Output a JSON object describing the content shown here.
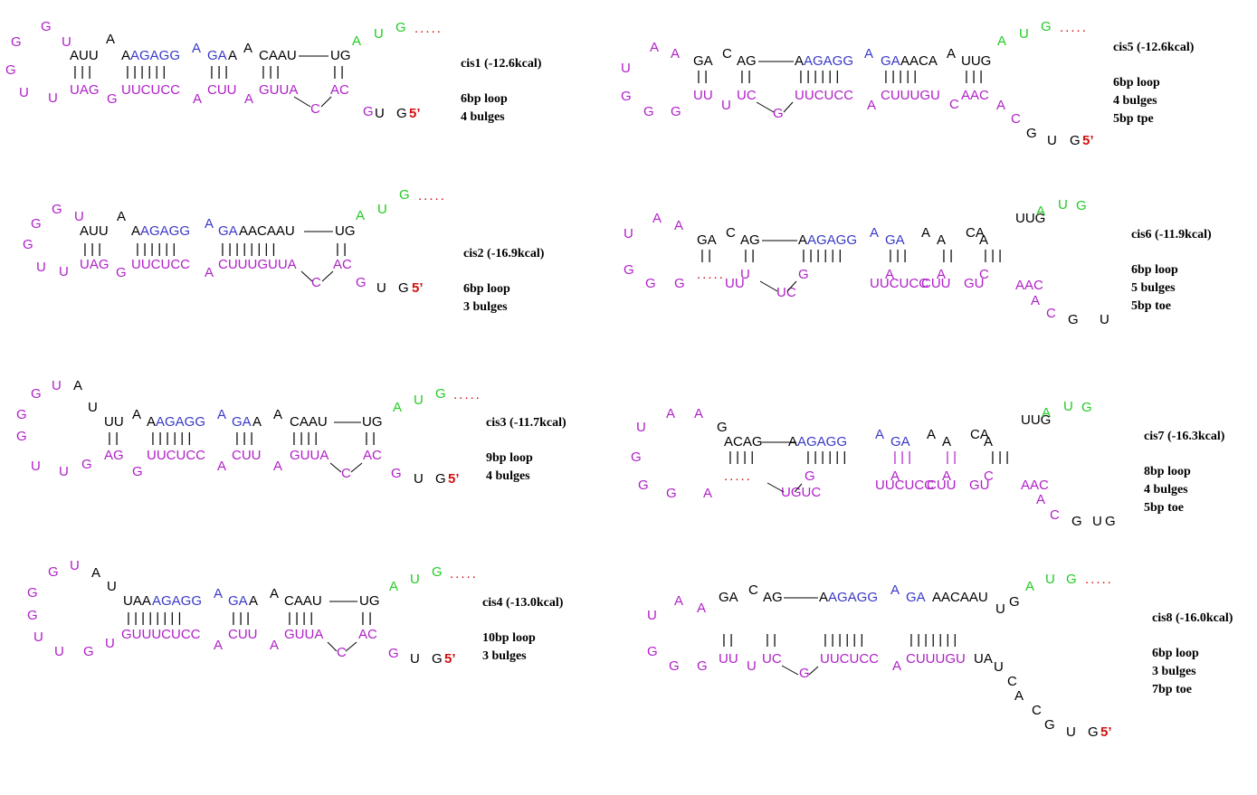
{
  "colors": {
    "black": "#000000",
    "magenta": "#b020c8",
    "blue": "#3838c8",
    "green": "#22cc22",
    "red": "#d01010"
  },
  "structures": [
    {
      "id": "cis1",
      "title": "cis1 (-12.6kcal)",
      "notes": [
        "6bp loop",
        "4 bulges"
      ],
      "tokens": [
        [
          "G",
          "m"
        ],
        [
          "G",
          "m"
        ],
        [
          "U",
          "m"
        ],
        [
          "G",
          "m"
        ],
        [
          "U",
          "m"
        ],
        [
          "U",
          "m"
        ],
        [
          "AUU",
          "k"
        ],
        [
          "A",
          "k"
        ],
        [
          "A",
          "k"
        ],
        [
          "AGAGG",
          "b"
        ],
        [
          "A",
          "b"
        ],
        [
          "GA",
          "b"
        ],
        [
          "A",
          "k"
        ],
        [
          "A",
          "k"
        ],
        [
          "CAAU",
          "k"
        ],
        [
          "UG",
          "k"
        ],
        [
          "A",
          "g"
        ],
        [
          "U",
          "g"
        ],
        [
          "G",
          "g"
        ],
        [
          ".....",
          "r"
        ],
        [
          "UAG",
          "m"
        ],
        [
          "G",
          "m"
        ],
        [
          "UUCUCC",
          "m"
        ],
        [
          "A",
          "m"
        ],
        [
          "CUU",
          "m"
        ],
        [
          "A",
          "m"
        ],
        [
          "GUUA",
          "m"
        ],
        [
          "C",
          "m"
        ],
        [
          "AC",
          "m"
        ],
        [
          "G",
          "m"
        ],
        [
          "U",
          "k"
        ],
        [
          "G",
          "k"
        ],
        [
          "5’",
          "r"
        ]
      ],
      "bars": [
        "| | |",
        "| | | | | |",
        "| | |",
        "| | |",
        "| |"
      ]
    },
    {
      "id": "cis2",
      "title": "cis2 (-16.9kcal)",
      "notes": [
        "6bp loop",
        "3 bulges"
      ],
      "tokens": [
        [
          "G",
          "m"
        ],
        [
          "G",
          "m"
        ],
        [
          "U",
          "m"
        ],
        [
          "G",
          "m"
        ],
        [
          "U",
          "m"
        ],
        [
          "U",
          "m"
        ],
        [
          "AUU",
          "k"
        ],
        [
          "A",
          "k"
        ],
        [
          "A",
          "k"
        ],
        [
          "AGAGG",
          "b"
        ],
        [
          "A",
          "b"
        ],
        [
          "GA",
          "b"
        ],
        [
          "AACAAU",
          "k"
        ],
        [
          "UG",
          "k"
        ],
        [
          "A",
          "g"
        ],
        [
          "U",
          "g"
        ],
        [
          "G",
          "g"
        ],
        [
          ".....",
          "r"
        ],
        [
          "UAG",
          "m"
        ],
        [
          "G",
          "m"
        ],
        [
          "UUCUCC",
          "m"
        ],
        [
          "A",
          "m"
        ],
        [
          "CUUUGUUA",
          "m"
        ],
        [
          "C",
          "m"
        ],
        [
          "AC",
          "m"
        ],
        [
          "G",
          "m"
        ],
        [
          "U",
          "k"
        ],
        [
          "G",
          "k"
        ],
        [
          "5’",
          "r"
        ]
      ],
      "bars": [
        "| | |",
        "| | | | | |",
        "| | | | | | | |",
        "| |"
      ]
    },
    {
      "id": "cis3",
      "title": "cis3 (-11.7kcal)",
      "notes": [
        "9bp loop",
        "4 bulges"
      ],
      "tokens": [
        [
          "G",
          "m"
        ],
        [
          "U",
          "m"
        ],
        [
          "A",
          "k"
        ],
        [
          "U",
          "k"
        ],
        [
          "G",
          "m"
        ],
        [
          "G",
          "m"
        ],
        [
          "U",
          "m"
        ],
        [
          "U",
          "m"
        ],
        [
          "G",
          "m"
        ],
        [
          "UU",
          "k"
        ],
        [
          "A",
          "k"
        ],
        [
          "A",
          "k"
        ],
        [
          "AGAGG",
          "b"
        ],
        [
          "A",
          "b"
        ],
        [
          "GA",
          "b"
        ],
        [
          "A",
          "k"
        ],
        [
          "A",
          "k"
        ],
        [
          "CAAU",
          "k"
        ],
        [
          "UG",
          "k"
        ],
        [
          "A",
          "g"
        ],
        [
          "U",
          "g"
        ],
        [
          "G",
          "g"
        ],
        [
          ".....",
          "r"
        ],
        [
          "AG",
          "m"
        ],
        [
          "G",
          "m"
        ],
        [
          "UUCUCC",
          "m"
        ],
        [
          "A",
          "m"
        ],
        [
          "CUU",
          "m"
        ],
        [
          "A",
          "m"
        ],
        [
          "GUUA",
          "m"
        ],
        [
          "C",
          "m"
        ],
        [
          "AC",
          "m"
        ],
        [
          "G",
          "m"
        ],
        [
          "U",
          "k"
        ],
        [
          "G",
          "k"
        ],
        [
          "5’",
          "r"
        ]
      ],
      "bars": [
        "| |",
        "| | | | | |",
        "| | |",
        "| | | |",
        "| |"
      ]
    },
    {
      "id": "cis4",
      "title": "cis4 (-13.0kcal)",
      "notes": [
        "10bp loop",
        "3 bulges"
      ],
      "tokens": [
        [
          "G",
          "m"
        ],
        [
          "U",
          "m"
        ],
        [
          "A",
          "k"
        ],
        [
          "U",
          "k"
        ],
        [
          "G",
          "m"
        ],
        [
          "G",
          "m"
        ],
        [
          "U",
          "m"
        ],
        [
          "U",
          "m"
        ],
        [
          "G",
          "m"
        ],
        [
          "U",
          "m"
        ],
        [
          "UAA",
          "k"
        ],
        [
          "AGAGG",
          "b"
        ],
        [
          "A",
          "b"
        ],
        [
          "GA",
          "b"
        ],
        [
          "A",
          "k"
        ],
        [
          "A",
          "k"
        ],
        [
          "CAAU",
          "k"
        ],
        [
          "UG",
          "k"
        ],
        [
          "A",
          "g"
        ],
        [
          "U",
          "g"
        ],
        [
          "G",
          "g"
        ],
        [
          ".....",
          "r"
        ],
        [
          "GUUUCUCC",
          "m"
        ],
        [
          "A",
          "m"
        ],
        [
          "CUU",
          "m"
        ],
        [
          "A",
          "m"
        ],
        [
          "GUUA",
          "m"
        ],
        [
          "C",
          "m"
        ],
        [
          "AC",
          "m"
        ],
        [
          "G",
          "m"
        ],
        [
          "U",
          "k"
        ],
        [
          "G",
          "k"
        ],
        [
          "5’",
          "r"
        ]
      ],
      "bars": [
        "| | | | | | | |",
        "| | |",
        "| | | |",
        "| |"
      ]
    },
    {
      "id": "cis5",
      "title": "cis5 (-12.6kcal)",
      "notes": [
        "6bp loop",
        "4 bulges",
        "5bp tpe"
      ],
      "tokens": [
        [
          "U",
          "m"
        ],
        [
          "A",
          "m"
        ],
        [
          "A",
          "m"
        ],
        [
          "G",
          "m"
        ],
        [
          "G",
          "m"
        ],
        [
          "G",
          "m"
        ],
        [
          "GA",
          "k"
        ],
        [
          "C",
          "k"
        ],
        [
          "AG",
          "k"
        ],
        [
          "A",
          "k"
        ],
        [
          "AGAGG",
          "b"
        ],
        [
          "A",
          "b"
        ],
        [
          "GA",
          "b"
        ],
        [
          "AACA",
          "k"
        ],
        [
          "A",
          "k"
        ],
        [
          "UUG",
          "k"
        ],
        [
          "A",
          "g"
        ],
        [
          "U",
          "g"
        ],
        [
          "G",
          "g"
        ],
        [
          ".....",
          "r"
        ],
        [
          "UU",
          "m"
        ],
        [
          "U",
          "m"
        ],
        [
          "UC",
          "m"
        ],
        [
          "G",
          "m"
        ],
        [
          "UUCUCC",
          "m"
        ],
        [
          "A",
          "m"
        ],
        [
          "CUUUGU",
          "m"
        ],
        [
          "C",
          "m"
        ],
        [
          "AAC",
          "m"
        ],
        [
          "A",
          "m"
        ],
        [
          "C",
          "m"
        ],
        [
          "G",
          "k"
        ],
        [
          "U",
          "k"
        ],
        [
          "G",
          "k"
        ],
        [
          "5’",
          "r"
        ]
      ],
      "bars": [
        "| |",
        "| |",
        "| | | | | |",
        "| | | | |",
        "| | |"
      ]
    },
    {
      "id": "cis6",
      "title": "cis6 (-11.9kcal)",
      "notes": [
        "6bp loop",
        "5 bulges",
        "5bp toe"
      ],
      "tokens": [
        [
          "U",
          "m"
        ],
        [
          "A",
          "m"
        ],
        [
          "A",
          "m"
        ],
        [
          "G",
          "m"
        ],
        [
          "G",
          "m"
        ],
        [
          "G",
          "m"
        ],
        [
          "GA",
          "k"
        ],
        [
          "C",
          "k"
        ],
        [
          "AG",
          "k"
        ],
        [
          "A",
          "k"
        ],
        [
          "AGAGG",
          "b"
        ],
        [
          "A",
          "b"
        ],
        [
          "GA",
          "b"
        ],
        [
          "A",
          "k"
        ],
        [
          "A",
          "k"
        ],
        [
          "CA",
          "k"
        ],
        [
          "A",
          "k"
        ],
        [
          "UUG",
          "k"
        ],
        [
          "A",
          "g"
        ],
        [
          "U",
          "g"
        ],
        [
          "G",
          "g"
        ],
        [
          ".....",
          "r"
        ],
        [
          "UU",
          "m"
        ],
        [
          "U",
          "m"
        ],
        [
          "UC",
          "m"
        ],
        [
          "G",
          "m"
        ],
        [
          "UUCUCC",
          "m"
        ],
        [
          "A",
          "m"
        ],
        [
          "CUU",
          "m"
        ],
        [
          "A",
          "m"
        ],
        [
          "GU",
          "m"
        ],
        [
          "C",
          "m"
        ],
        [
          "AAC",
          "m"
        ],
        [
          "A",
          "m"
        ],
        [
          "C",
          "m"
        ],
        [
          "G",
          "k"
        ],
        [
          "U",
          "k"
        ],
        [
          "G",
          "k"
        ],
        [
          "5’",
          "r"
        ]
      ],
      "bars": [
        "| |",
        "| |",
        "| | | | | |",
        "| | |",
        "| |",
        "| | |"
      ]
    },
    {
      "id": "cis7",
      "title": "cis7 (-16.3kcal)",
      "notes": [
        "8bp loop",
        "4 bulges",
        "5bp toe"
      ],
      "tokens": [
        [
          "U",
          "m"
        ],
        [
          "A",
          "m"
        ],
        [
          "A",
          "m"
        ],
        [
          "G",
          "m"
        ],
        [
          "G",
          "m"
        ],
        [
          "G",
          "m"
        ],
        [
          "A",
          "m"
        ],
        [
          "G",
          "k"
        ],
        [
          "ACAG",
          "k"
        ],
        [
          "A",
          "k"
        ],
        [
          "AGAGG",
          "b"
        ],
        [
          "A",
          "b"
        ],
        [
          "GA",
          "b"
        ],
        [
          "A",
          "k"
        ],
        [
          "A",
          "k"
        ],
        [
          "CA",
          "k"
        ],
        [
          "A",
          "k"
        ],
        [
          "UUG",
          "k"
        ],
        [
          "A",
          "g"
        ],
        [
          "U",
          "g"
        ],
        [
          "G",
          "g"
        ],
        [
          ".....",
          "r"
        ],
        [
          "UGUC",
          "m"
        ],
        [
          "G",
          "m"
        ],
        [
          "UUCUCC",
          "m"
        ],
        [
          "A",
          "m"
        ],
        [
          "CUU",
          "m"
        ],
        [
          "A",
          "m"
        ],
        [
          "GU",
          "m"
        ],
        [
          "C",
          "m"
        ],
        [
          "AAC",
          "m"
        ],
        [
          "A",
          "m"
        ],
        [
          "C",
          "m"
        ],
        [
          "G",
          "k"
        ],
        [
          "U",
          "k"
        ],
        [
          "G",
          "k"
        ],
        [
          "5’",
          "r"
        ]
      ],
      "bars": [
        "| | | |",
        "| | | | | |",
        "| | |",
        "| |",
        "| | |"
      ]
    },
    {
      "id": "cis8",
      "title": "cis8 (-16.0kcal)",
      "notes": [
        "6bp loop",
        "3 bulges",
        "7bp toe"
      ],
      "tokens": [
        [
          "U",
          "m"
        ],
        [
          "A",
          "m"
        ],
        [
          "A",
          "m"
        ],
        [
          "G",
          "m"
        ],
        [
          "G",
          "m"
        ],
        [
          "G",
          "m"
        ],
        [
          "GA",
          "k"
        ],
        [
          "C",
          "k"
        ],
        [
          "AG",
          "k"
        ],
        [
          "A",
          "k"
        ],
        [
          "AGAGG",
          "b"
        ],
        [
          "A",
          "b"
        ],
        [
          "GA",
          "b"
        ],
        [
          "AACAAU",
          "k"
        ],
        [
          "U",
          "k"
        ],
        [
          "G",
          "k"
        ],
        [
          "A",
          "g"
        ],
        [
          "U",
          "g"
        ],
        [
          "G",
          "g"
        ],
        [
          ".....",
          "r"
        ],
        [
          "UU",
          "m"
        ],
        [
          "U",
          "m"
        ],
        [
          "UC",
          "m"
        ],
        [
          "G",
          "m"
        ],
        [
          "UUCUCC",
          "m"
        ],
        [
          "A",
          "m"
        ],
        [
          "CUUUGU",
          "m"
        ],
        [
          "UA",
          "k"
        ],
        [
          "U",
          "k"
        ],
        [
          "C",
          "k"
        ],
        [
          "A",
          "k"
        ],
        [
          "C",
          "k"
        ],
        [
          "G",
          "k"
        ],
        [
          "U",
          "k"
        ],
        [
          "G",
          "k"
        ],
        [
          "5’",
          "r"
        ]
      ],
      "bars": [
        "| |",
        "| |",
        "| | | | | |",
        "| | |  | | | |"
      ]
    }
  ]
}
